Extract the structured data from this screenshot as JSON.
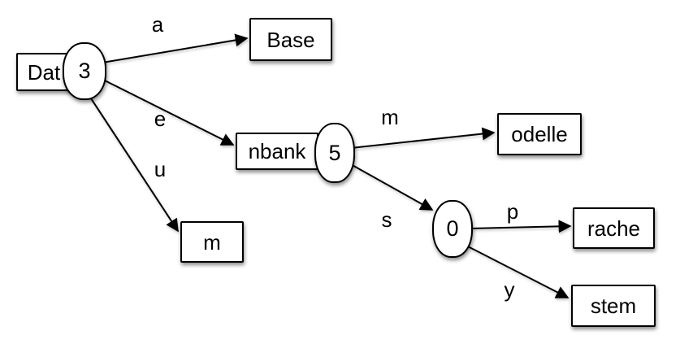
{
  "diagram": {
    "type": "radix-trie",
    "nodes": {
      "dat": {
        "label": "Dat",
        "count": "3"
      },
      "base": {
        "label": "Base"
      },
      "nbank": {
        "label": "nbank",
        "count": "5"
      },
      "m_leaf": {
        "label": "m"
      },
      "odelle": {
        "label": "odelle"
      },
      "s_node": {
        "count": "0"
      },
      "rache": {
        "label": "rache"
      },
      "stem": {
        "label": "stem"
      }
    },
    "edge_labels": {
      "a": "a",
      "e": "e",
      "u": "u",
      "m": "m",
      "s": "s",
      "p": "p",
      "y": "y"
    },
    "colors": {
      "stroke": "#000000",
      "node_fill": "#ffffff",
      "background": "#ffffff",
      "shadow": "rgba(0,0,0,0.45)"
    }
  }
}
